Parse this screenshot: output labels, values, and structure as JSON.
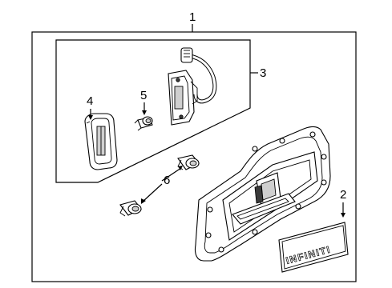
{
  "diagram": {
    "callouts": {
      "c1": "1",
      "c2": "2",
      "c3": "3",
      "c4": "4",
      "c5": "5",
      "c6": "6"
    },
    "emblem_text": "INFINITI"
  }
}
